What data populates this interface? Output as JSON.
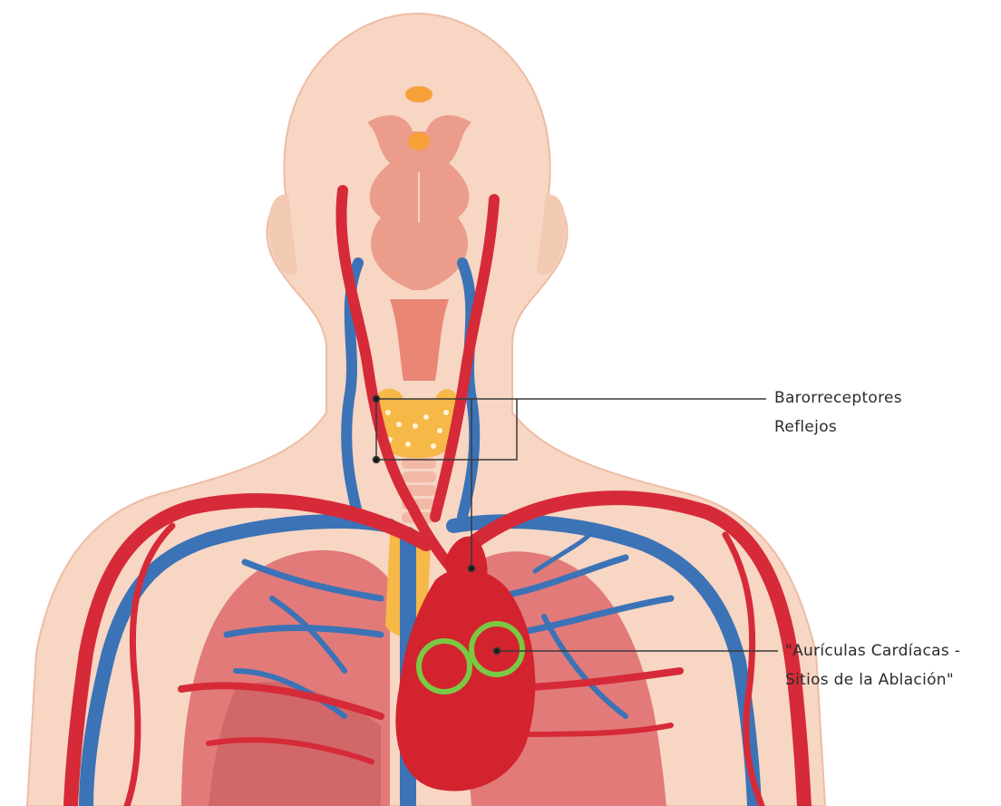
{
  "labels": {
    "baroreceptors_line1": "Barorreceptores",
    "baroreceptors_line2": "Reflejos",
    "atria_line1": "\"Aurículas Cardíacas -",
    "atria_line2": "Sitios de la Ablación\""
  },
  "colors": {
    "skin": "#f7d6c4",
    "skin_outline": "#eebca4",
    "artery": "#d62a38",
    "vein": "#3b73b6",
    "lung": "#e27a7a",
    "heart": "#d2232f",
    "thyroid": "#f6b846",
    "brain": "#ec9c8a",
    "ablation_ring": "#7ac943",
    "leader_line": "#3a3a3a"
  },
  "icons": [
    "hypothalamus-icon",
    "pituitary-icon",
    "ablation-ring-icon"
  ]
}
